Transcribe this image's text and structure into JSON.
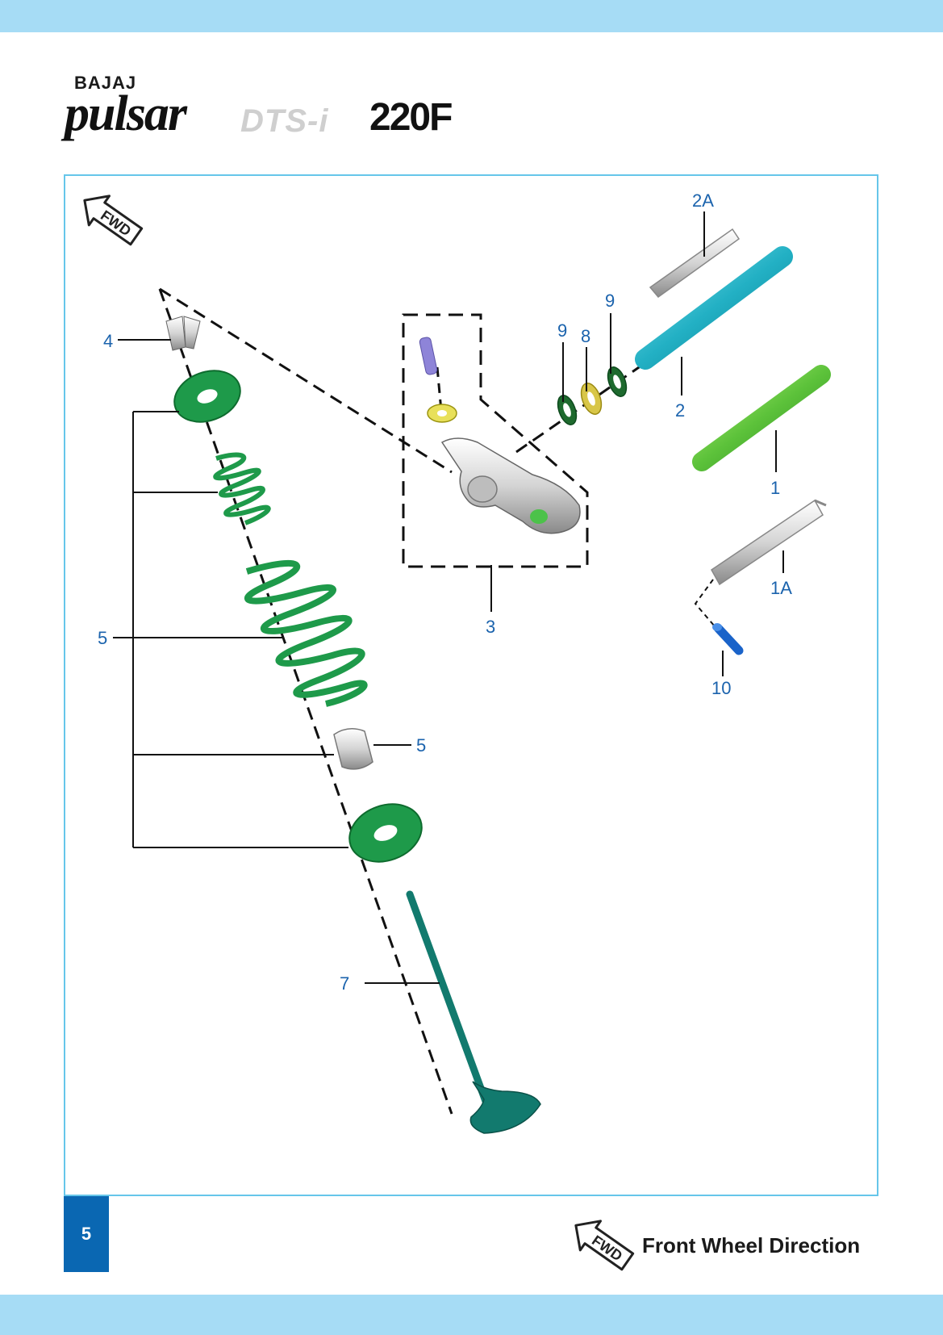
{
  "header": {
    "brand": "BAJAJ",
    "model_script": "pulsar",
    "model_series": "DTS-i",
    "model_variant": "220F"
  },
  "diagram": {
    "fwd_badge": "FWD",
    "callouts": {
      "c4": "4",
      "c5_left": "5",
      "c5_right": "5",
      "c7": "7",
      "c3": "3",
      "c9a": "9",
      "c8": "8",
      "c9b": "9",
      "c2A": "2A",
      "c2": "2",
      "c1": "1",
      "c1A": "1A",
      "c10": "10"
    }
  },
  "footer": {
    "page_number": "5",
    "legend_badge": "FWD",
    "legend_label": "Front Wheel Direction"
  },
  "colors": {
    "band": "#a6dcf5",
    "frame": "#66c6ea",
    "callout": "#1b63ad",
    "page_box": "#0a67b2",
    "spring_green": "#1e9a4a",
    "rod_cyan": "#22b0c4",
    "rod_green": "#5cc23a",
    "valve_teal": "#127a6e"
  }
}
